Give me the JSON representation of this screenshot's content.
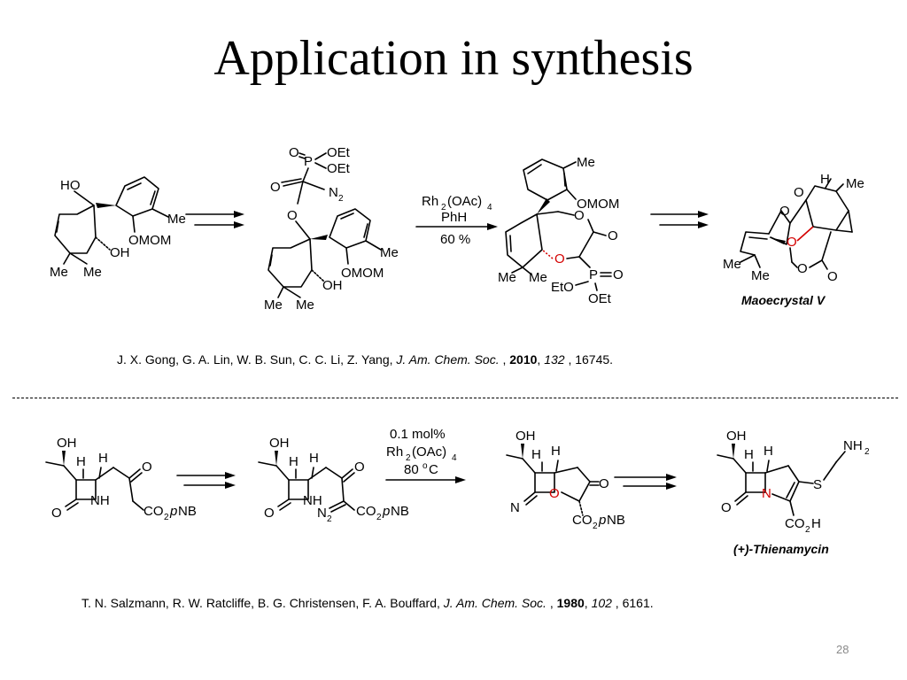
{
  "slide": {
    "title": "Application in synthesis",
    "page_number": "28"
  },
  "scheme_top": {
    "start_labels": [
      "HO",
      "Me",
      "OMOM",
      "OH",
      "Me",
      "Me"
    ],
    "int1_labels": [
      "O",
      "P",
      "OEt",
      "OEt",
      "O",
      "N",
      "2",
      "O",
      "Me",
      "OMOM",
      "OH",
      "Me",
      "Me"
    ],
    "conditions": [
      "Rh",
      "2",
      "(OAc)",
      "4",
      "PhH",
      "60 %"
    ],
    "int2_labels": [
      "Me",
      "OMOM",
      "O",
      "O",
      "O",
      "P",
      "O",
      "EtO",
      "OEt",
      "Me",
      "Me"
    ],
    "product_labels": [
      "H",
      "Me",
      "O",
      "O",
      "O",
      "O",
      "O",
      "Me",
      "Me"
    ],
    "product_name": "Maoecrystal V"
  },
  "reference_top": {
    "authors": "J. X. Gong, G. A. Lin, W. B. Sun, C. C. Li, Z. Yang, ",
    "journal": "J. Am. Chem. Soc.",
    "sep": " , ",
    "year": "2010",
    "comma": ", ",
    "volume": "132",
    "pages": " , 16745."
  },
  "scheme_bottom": {
    "sm_labels": [
      "OH",
      "H",
      "H",
      "O",
      "O",
      "NH",
      "CO",
      "2",
      "p",
      "NB"
    ],
    "diazo_labels": [
      "OH",
      "H",
      "H",
      "O",
      "O",
      "NH",
      "N",
      "2",
      "CO",
      "2",
      "p",
      "NB"
    ],
    "conditions": [
      "0.1 mol%",
      "Rh",
      "2",
      "(OAc)",
      "4",
      "80 ",
      "o",
      "C"
    ],
    "bicycle_labels": [
      "OH",
      "H",
      "H",
      "O",
      "N",
      "O",
      "CO",
      "2",
      "p",
      "NB"
    ],
    "product_labels": [
      "OH",
      "H",
      "H",
      "NH",
      "2",
      "S",
      "O",
      "N",
      "CO",
      "2",
      "H"
    ],
    "product_name": "(+)-Thienamycin"
  },
  "reference_bottom": {
    "authors": "T. N. Salzmann, R. W. Ratcliffe, B. G. Christensen, F. A. Bouffard, ",
    "journal": "J. Am. Chem. Soc.",
    "sep": " , ",
    "year": "1980",
    "comma": ", ",
    "volume": "102",
    "pages": " , 6161."
  }
}
